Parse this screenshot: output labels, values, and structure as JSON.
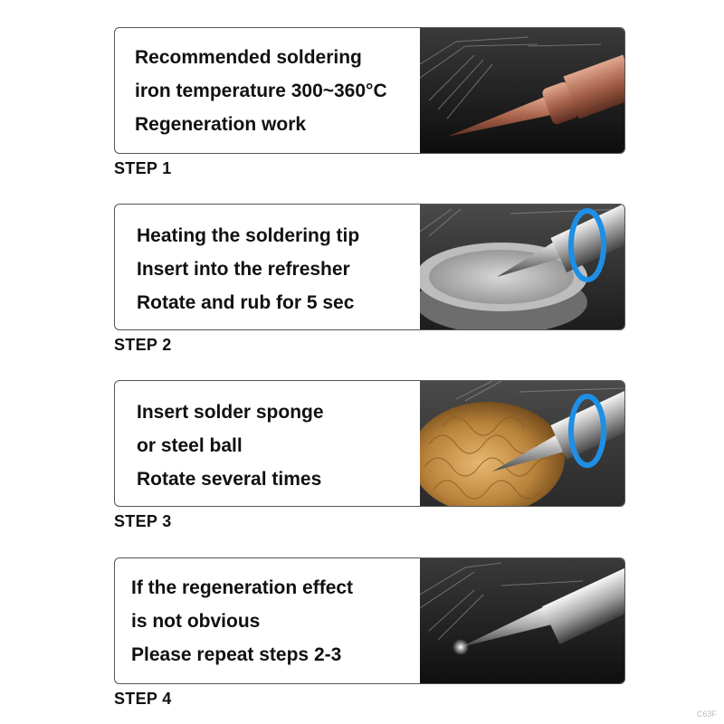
{
  "steps": [
    {
      "label": "STEP 1",
      "lines": [
        "Recommended soldering",
        "iron temperature 300~360°C",
        "Regeneration work"
      ],
      "image": "copper-soldering-tip"
    },
    {
      "label": "STEP 2",
      "lines": [
        "Heating the soldering tip",
        "Insert into the refresher",
        "Rotate and rub for 5 sec"
      ],
      "image": "tip-in-refresher-tin"
    },
    {
      "label": "STEP 3",
      "lines": [
        "Insert solder sponge",
        "or steel ball",
        "Rotate several times"
      ],
      "image": "tip-in-brass-wool"
    },
    {
      "label": "STEP 4",
      "lines": [
        "If the regeneration effect",
        "is not obvious",
        "Please repeat steps 2-3"
      ],
      "image": "shiny-silver-tip"
    }
  ],
  "watermark": "C63F",
  "colors": {
    "border": "#555555",
    "rotate_arrow": "#1e8fe6",
    "copper": "#b5735a",
    "brass": "#b8823a"
  }
}
